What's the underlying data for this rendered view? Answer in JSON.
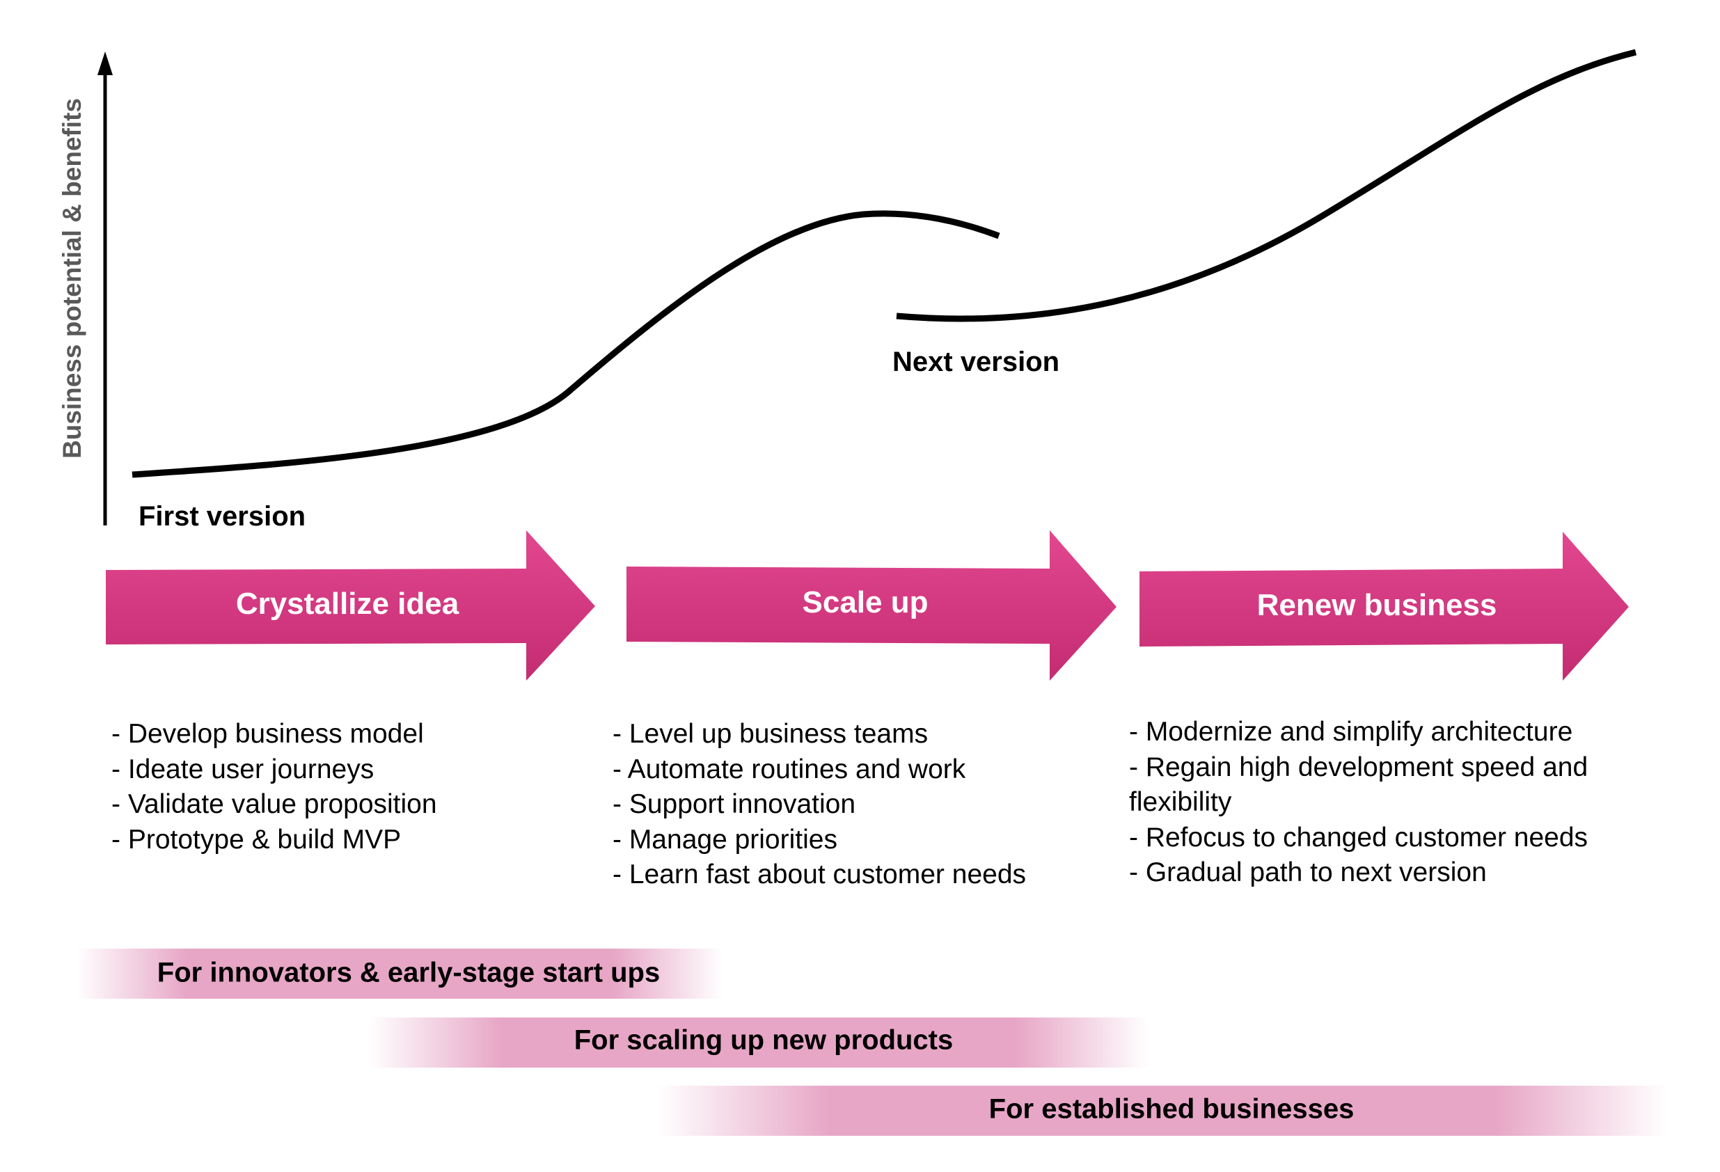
{
  "y_axis_label": "Business potential & benefits",
  "curve_labels": {
    "first": "First version",
    "next": "Next version"
  },
  "stages": [
    {
      "title": "Crystallize idea",
      "items": [
        "- Develop business model",
        "- Ideate user journeys",
        "- Validate value proposition",
        "- Prototype & build MVP"
      ]
    },
    {
      "title": "Scale up",
      "items": [
        "- Level up business teams",
        "- Automate routines and work",
        "- Support innovation",
        "- Manage priorities",
        "- Learn fast about customer needs"
      ]
    },
    {
      "title": "Renew business",
      "items": [
        "- Modernize and simplify architecture",
        "- Regain high development speed and flexibility",
        "- Refocus to changed customer needs",
        "- Gradual path to next version"
      ]
    }
  ],
  "audiences": [
    "For innovators & early-stage start ups",
    "For scaling up new products",
    "For established businesses"
  ],
  "colors": {
    "arrow_top": "#e2478f",
    "arrow_bottom": "#c42c72",
    "band": "#e7a6c6",
    "axis": "#000000",
    "axis_label": "#595959"
  }
}
